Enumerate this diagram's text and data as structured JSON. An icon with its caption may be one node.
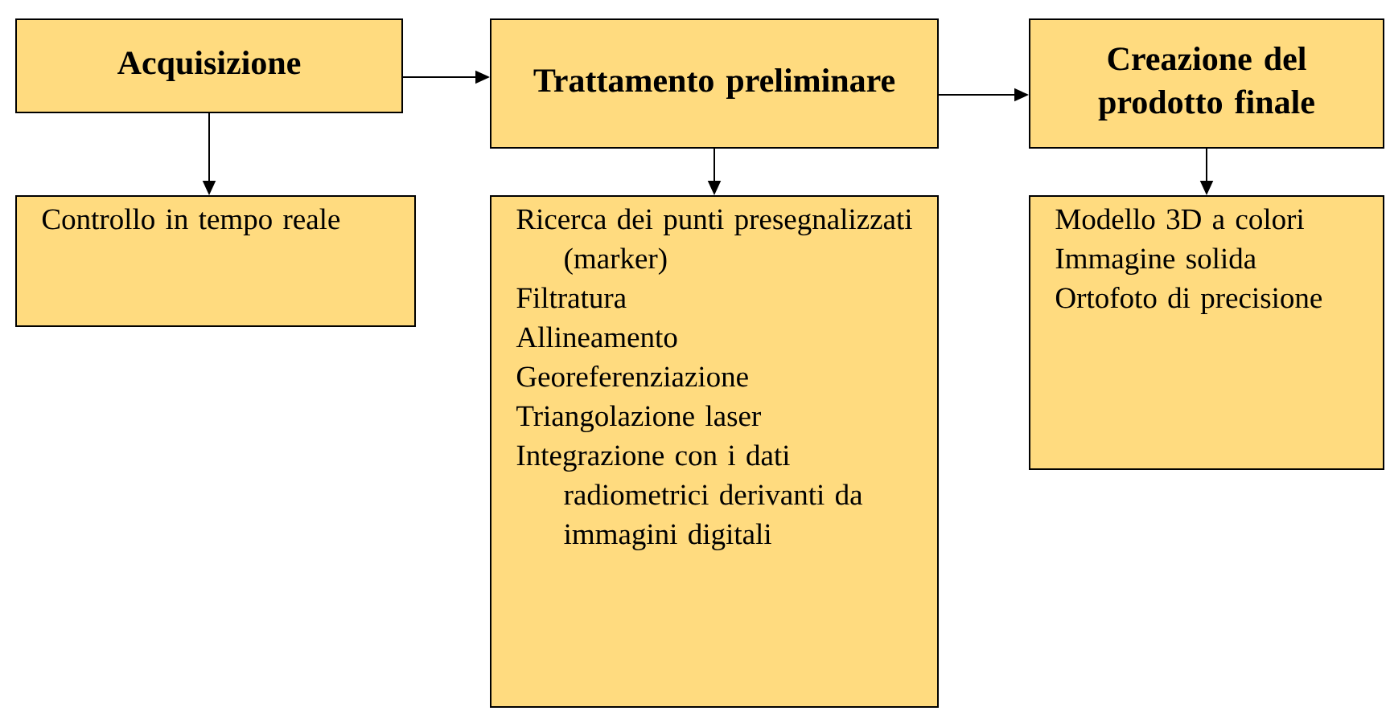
{
  "diagram": {
    "nodes": [
      {
        "text": [
          "Acquisizione"
        ]
      },
      {
        "text": [
          "Trattamento preliminare"
        ]
      },
      {
        "text": [
          "Creazione del prodotto finale"
        ]
      },
      {
        "text": [
          "Controllo in tempo reale"
        ]
      },
      {
        "text": [
          "Ricerca dei punti presegnalizzati (marker)",
          "Filtratura",
          "Allineamento",
          "Georeferenziazione",
          "Triangolazione laser",
          "Integrazione con i dati radiometrici derivanti da immagini digitali"
        ]
      },
      {
        "text": [
          "Modello 3D a colori",
          "Immagine solida",
          "Ortofoto di precisione"
        ]
      }
    ],
    "edges": [
      {
        "from": 0,
        "to": 1,
        "arrow": "to"
      },
      {
        "from": 1,
        "to": 2,
        "arrow": "to"
      },
      {
        "from": 0,
        "to": 3,
        "arrow": "to"
      },
      {
        "from": 1,
        "to": 4,
        "arrow": "to"
      },
      {
        "from": 2,
        "to": 5,
        "arrow": "to"
      }
    ]
  }
}
